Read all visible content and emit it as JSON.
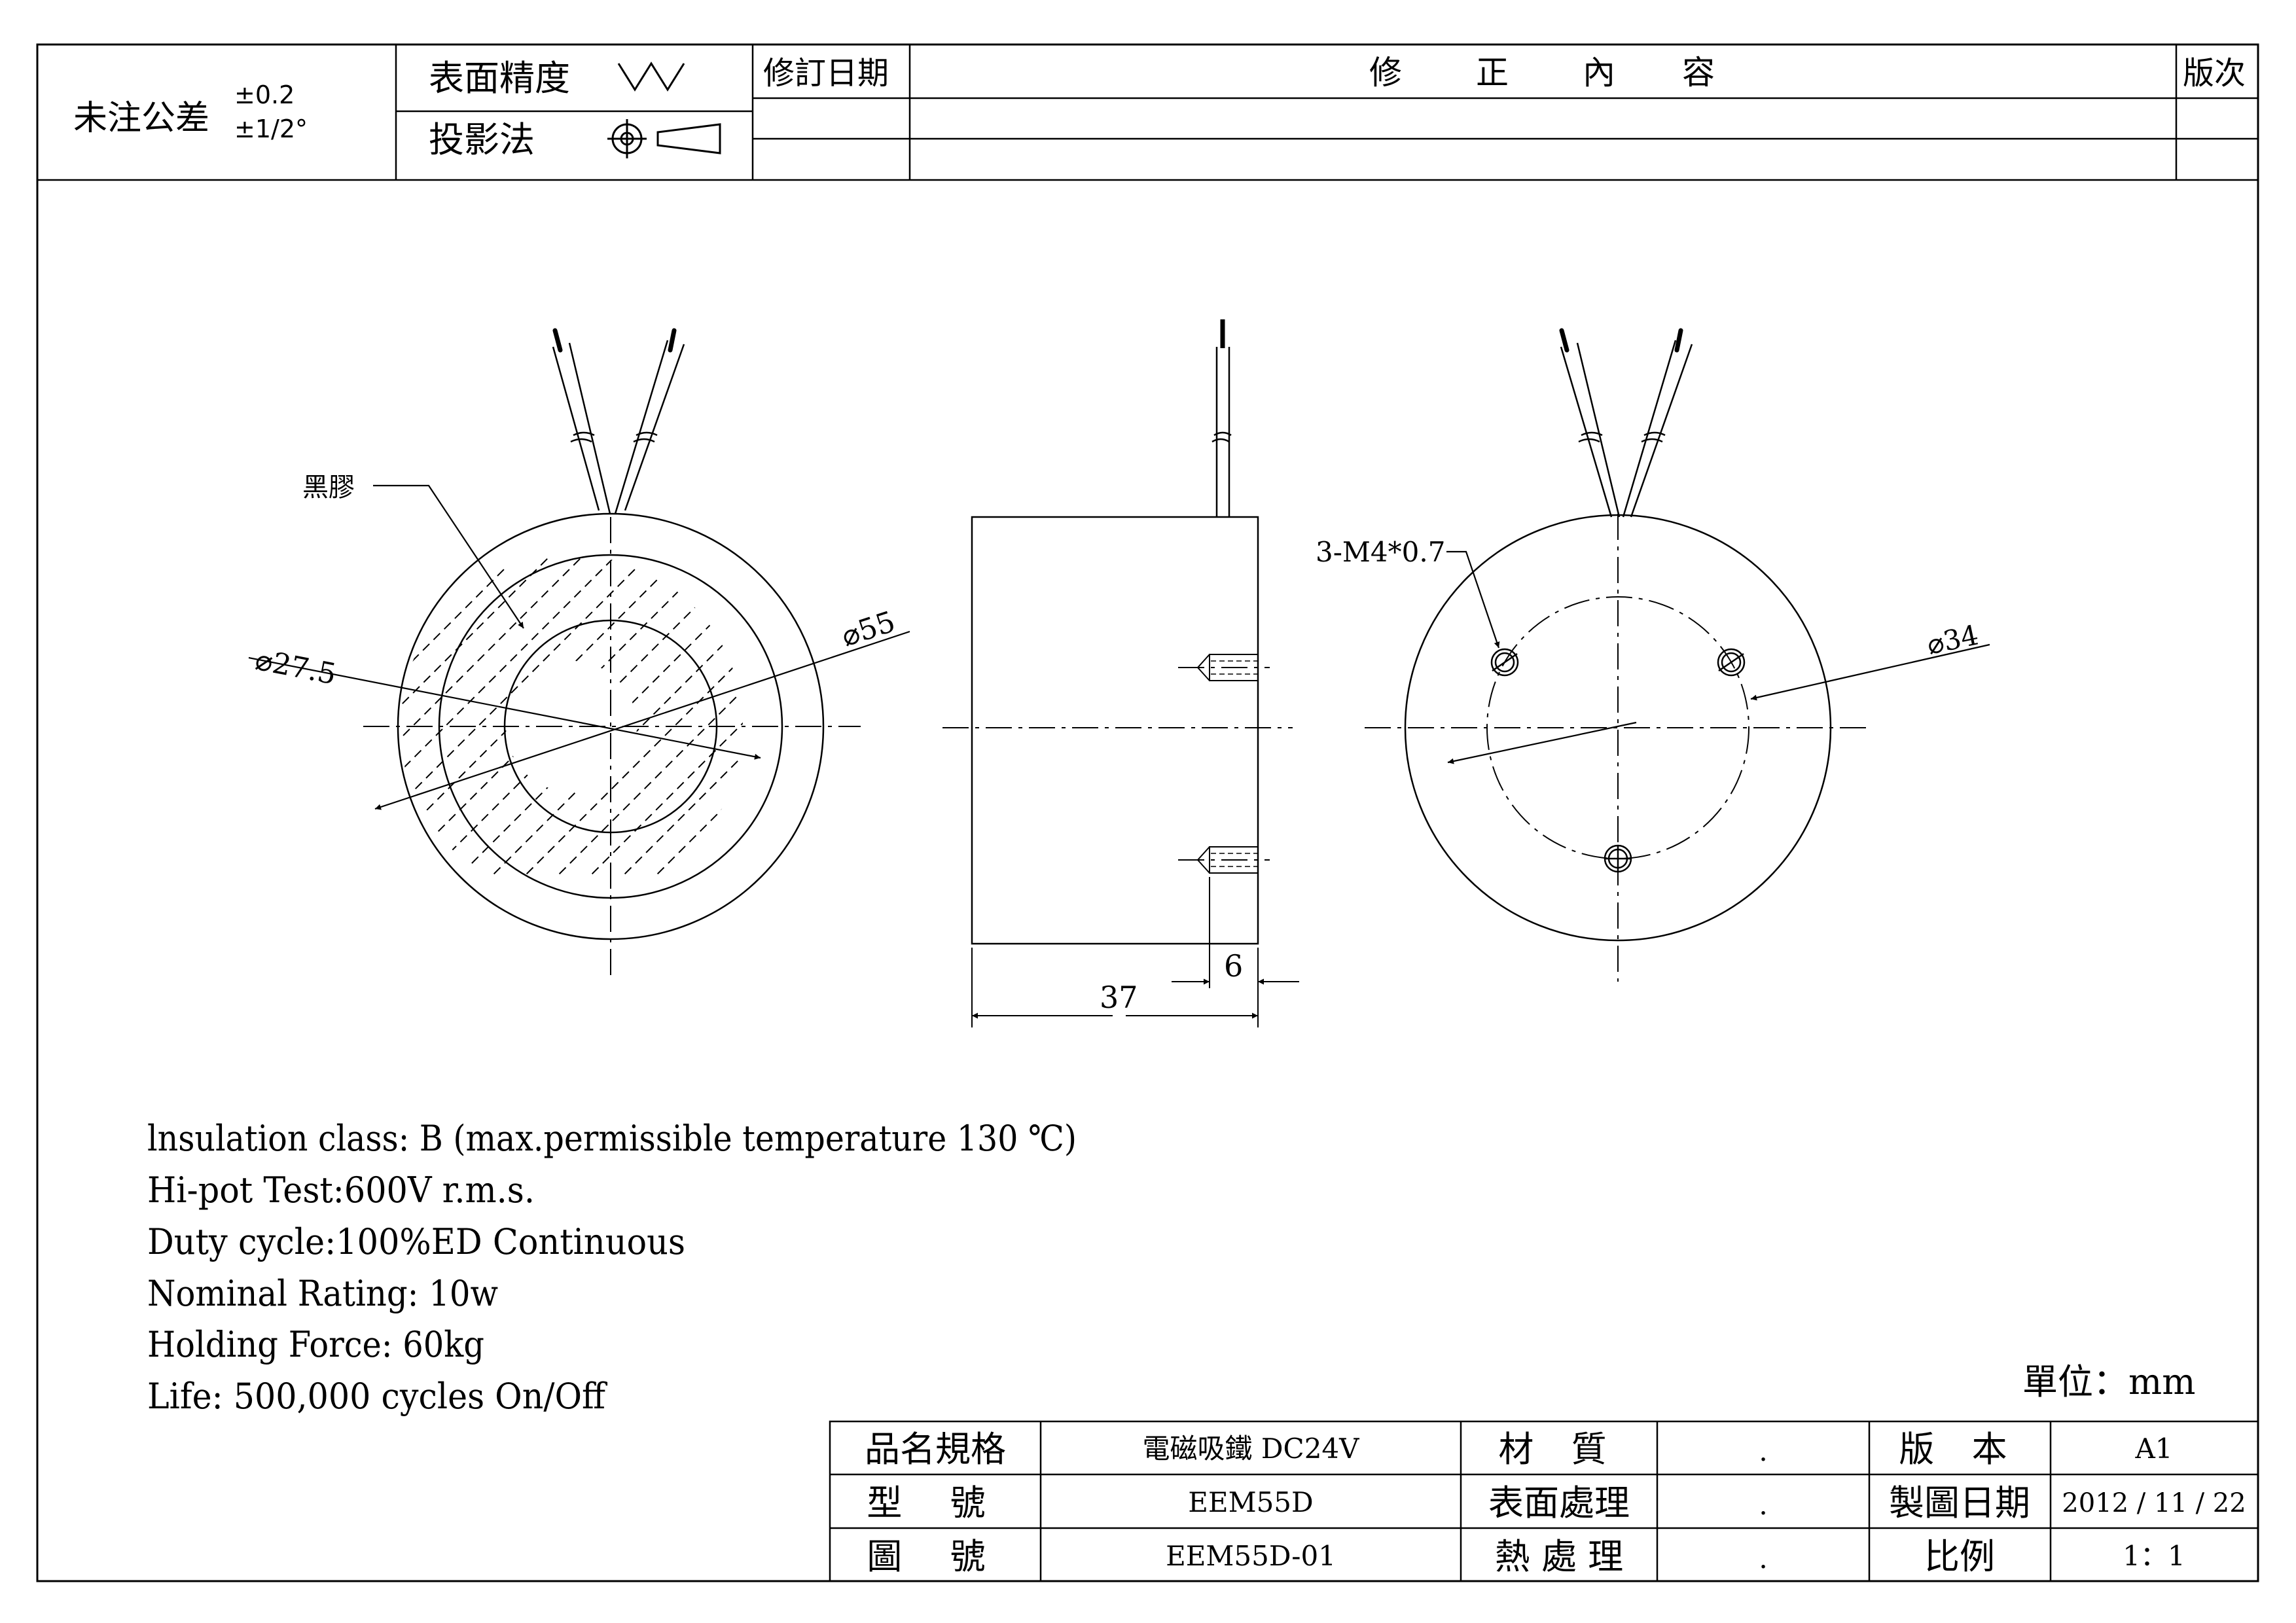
{
  "header": {
    "tolerance_label": "未注公差",
    "tolerance_linear": "±0.2",
    "tolerance_angular": "±1/2°",
    "surface_finish_label": "表面精度",
    "projection_label": "投影法",
    "revision_date_label": "修訂日期",
    "revision_content_label": [
      "修",
      "正",
      "內",
      "容"
    ],
    "version_label": "版次"
  },
  "drawing": {
    "black_glue_label": "黑膠",
    "dim_inner_dia": "⌀27.5",
    "dim_outer_dia": "⌀55",
    "dim_thread": "3-M4*0.7",
    "dim_pcd": "⌀34",
    "dim_height": "37",
    "dim_thread_depth": "6"
  },
  "notes": [
    "lnsulation class: B (max.permissible temperature 130 ℃)",
    "Hi-pot Test:600V r.m.s.",
    "Duty cycle:100%ED Continuous",
    "Nominal Rating: 10w",
    "Holding Force: 60kg",
    "Life: 500,000 cycles On/Off"
  ],
  "unit_label": "單位：mm",
  "title_block": {
    "product_name_label": "品名規格",
    "product_name": "電磁吸鐵 DC24V",
    "model_label": "型 號",
    "model": "EEM55D",
    "drawing_no_label": "圖 號",
    "drawing_no": "EEM55D-01",
    "material_label": "材 質",
    "material": ".",
    "surface_treatment_label": "表面處理",
    "surface_treatment": ".",
    "heat_treatment_label": "熱 處 理",
    "heat_treatment": ".",
    "version_label": "版 本",
    "version": "A1",
    "date_label": "製圖日期",
    "date": "2012 / 11 / 22",
    "scale_label": "比例",
    "scale": "1：1"
  }
}
